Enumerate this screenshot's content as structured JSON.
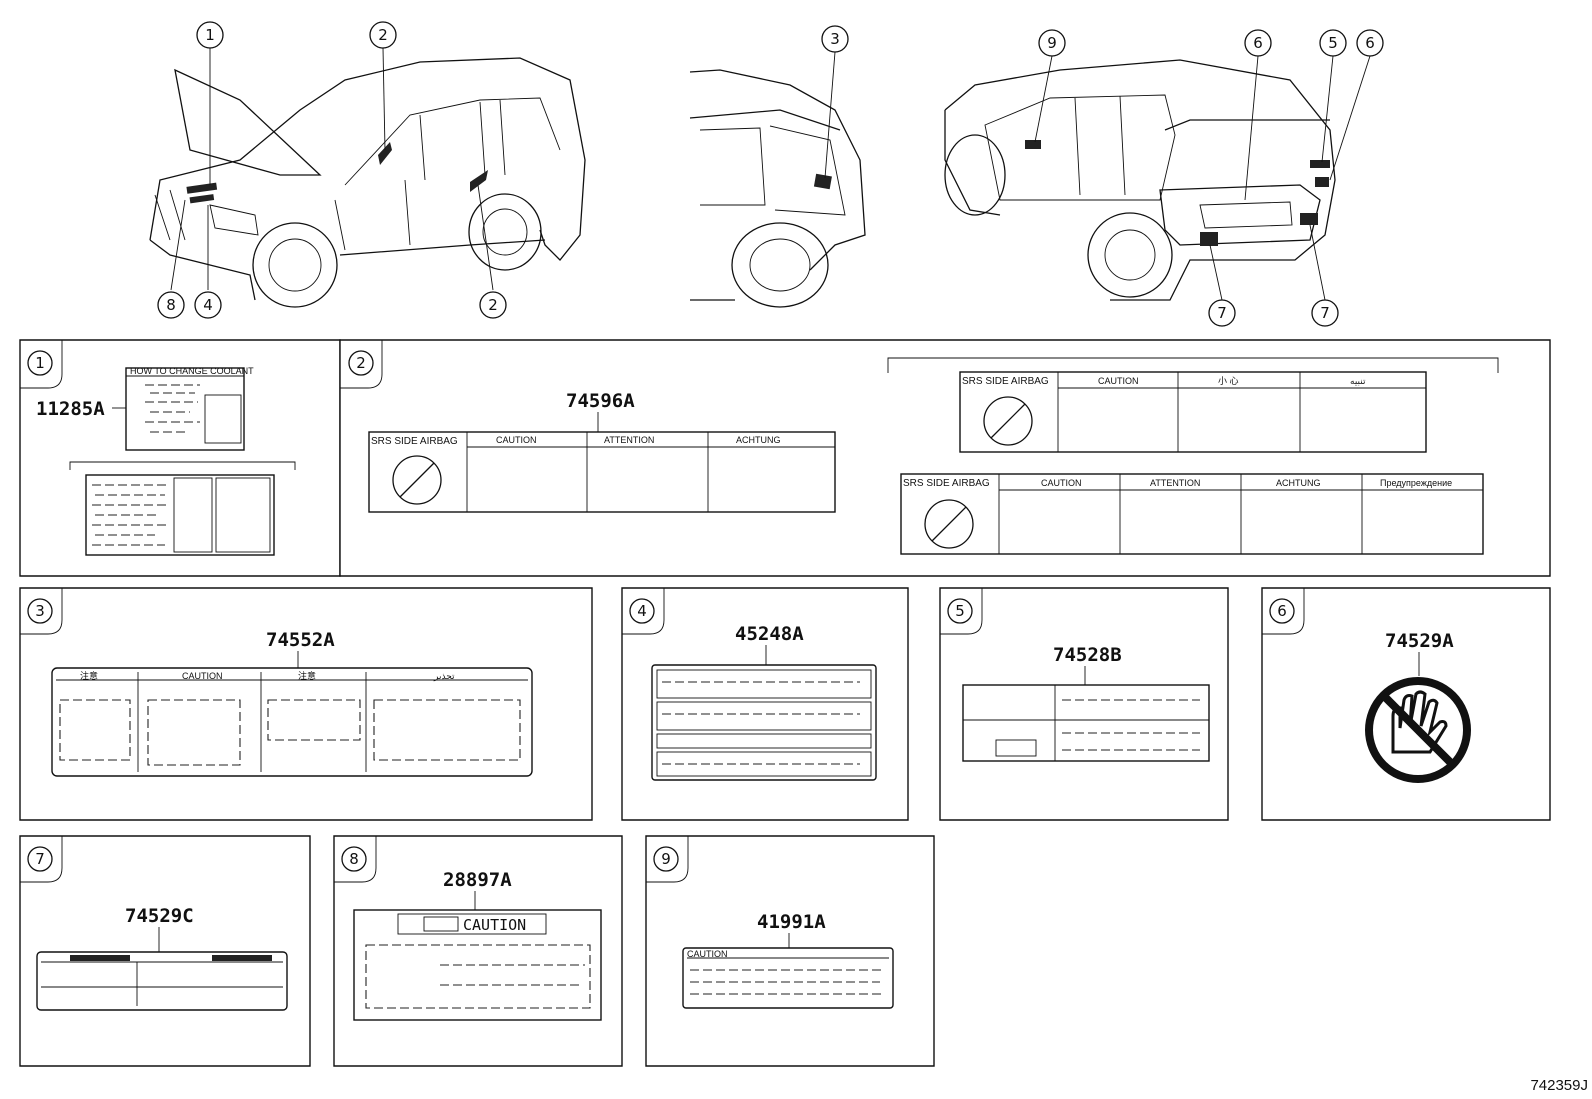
{
  "diagram_ref": "742359J",
  "callouts": [
    "1",
    "2",
    "3",
    "4",
    "5",
    "6",
    "7",
    "8",
    "9"
  ],
  "panels": {
    "p1": {
      "num": "1",
      "part": "11285A",
      "label_title": "HOW TO CHANGE COOLANT"
    },
    "p2": {
      "num": "2",
      "part": "74596A",
      "label_a": {
        "airbag": "SRS SIDE AIRBAG",
        "cols": [
          "CAUTION",
          "ATTENTION",
          "ACHTUNG"
        ]
      },
      "label_b": {
        "airbag": "SRS SIDE AIRBAG",
        "cols": [
          "CAUTION",
          "小 心",
          "تنبيه"
        ]
      },
      "label_c": {
        "airbag": "SRS SIDE AIRBAG",
        "cols": [
          "CAUTION",
          "ATTENTION",
          "ACHTUNG",
          "Предупреждение"
        ]
      }
    },
    "p3": {
      "num": "3",
      "part": "74552A",
      "cols": [
        "注意",
        "CAUTION",
        "注意",
        "تحذير"
      ]
    },
    "p4": {
      "num": "4",
      "part": "45248A"
    },
    "p5": {
      "num": "5",
      "part": "74528B"
    },
    "p6": {
      "num": "6",
      "part": "74529A"
    },
    "p7": {
      "num": "7",
      "part": "74529C"
    },
    "p8": {
      "num": "8",
      "part": "28897A",
      "caution": "CAUTION"
    },
    "p9": {
      "num": "9",
      "part": "41991A",
      "caution": "CAUTION"
    }
  }
}
